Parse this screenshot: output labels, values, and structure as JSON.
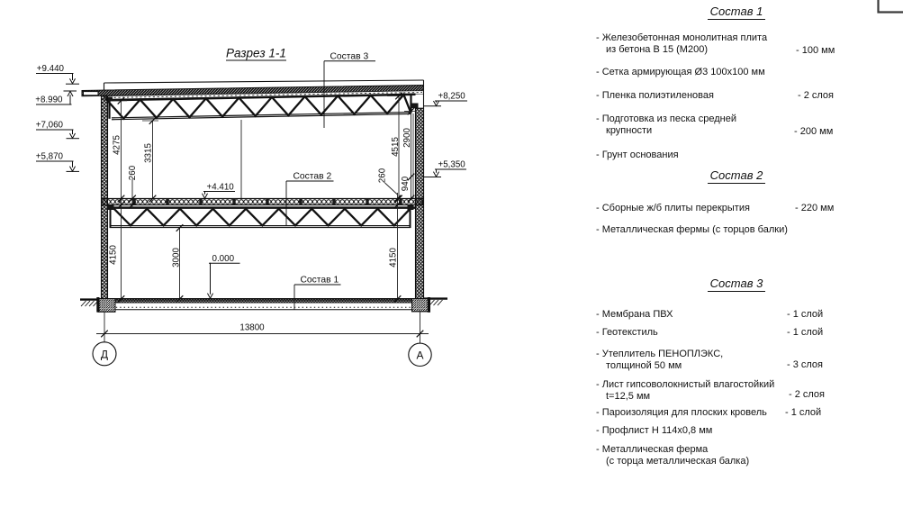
{
  "drawing": {
    "title": "Разрез 1-1",
    "callouts": {
      "c1": "Состав 1",
      "c2": "Состав 2",
      "c3": "Состав 3"
    },
    "elevations": {
      "left": [
        "+9.440",
        "+8.990",
        "+7,060",
        "+5,870"
      ],
      "right": [
        "+8,250",
        "+5,350"
      ],
      "floor1": "+4.410",
      "ground": "0.000"
    },
    "dimensions": {
      "upper_left": [
        "4275",
        "3315",
        "260"
      ],
      "upper_right": [
        "4515",
        "2900",
        "940",
        "260"
      ],
      "lower": [
        "4150",
        "3000",
        "4150"
      ],
      "span": "13800"
    },
    "axes": [
      "Д",
      "А"
    ]
  },
  "legend": {
    "sections": [
      {
        "title": "Состав 1",
        "items": [
          {
            "text": "- Железобетонная  монолитная плита\nиз бетона В 15 (М200)",
            "value": "- 100 мм"
          },
          {
            "text": "- Сетка армирующая Ø3 100х100 мм",
            "value": ""
          },
          {
            "text": "- Пленка полиэтиленовая",
            "value": "- 2 слоя"
          },
          {
            "text": "- Подготовка из песка средней\nкрупности",
            "value": "- 200 мм"
          },
          {
            "text": "- Грунт основания",
            "value": ""
          }
        ]
      },
      {
        "title": "Состав 2",
        "items": [
          {
            "text": "- Сборные ж/б плиты перекрытия",
            "value": "- 220 мм"
          },
          {
            "text": "- Металлическая фермы (с торцов балки)",
            "value": ""
          }
        ]
      },
      {
        "title": "Состав 3",
        "items": [
          {
            "text": "- Мембрана ПВХ",
            "value": "- 1 слой"
          },
          {
            "text": "- Геотекстиль",
            "value": "- 1 слой"
          },
          {
            "text": "- Утеплитель ПЕНОПЛЭКС,\nтолщиной 50 мм",
            "value": "- 3 слоя"
          },
          {
            "text": "- Лист гипсоволокнистый влагостойкий\nt=12,5 мм",
            "value": "- 2 слоя"
          },
          {
            "text": "- Пароизоляция для плоских кровель",
            "value": "- 1 слой"
          },
          {
            "text": "- Профлист Н 114х0,8 мм",
            "value": ""
          },
          {
            "text": "- Металлическая ферма\n(с торца металлическая балка)",
            "value": ""
          }
        ]
      }
    ]
  }
}
